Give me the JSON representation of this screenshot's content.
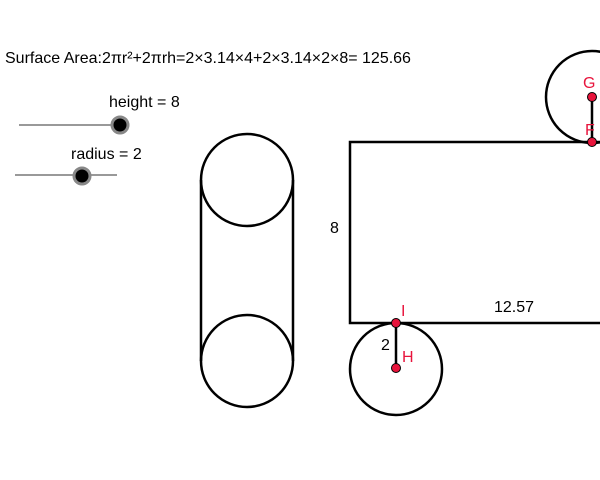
{
  "formula_text": "Surface Area:2πr²+2πrh=2×3.14×4+2×3.14×2×8= 125.66",
  "sliders": [
    {
      "label": "height = 8",
      "name": "height",
      "value": 8,
      "fraction": 1.0
    },
    {
      "label": "radius = 2",
      "name": "radius",
      "value": 2,
      "fraction": 0.66
    }
  ],
  "labels": {
    "rect_height": "8",
    "rect_width": "12.57",
    "radius_segment": "2"
  },
  "points": {
    "G": "G",
    "F": "F",
    "I": "I",
    "H": "H"
  },
  "colors": {
    "point": "#e8143c",
    "stroke": "#000000",
    "slider_line": "#999999"
  }
}
